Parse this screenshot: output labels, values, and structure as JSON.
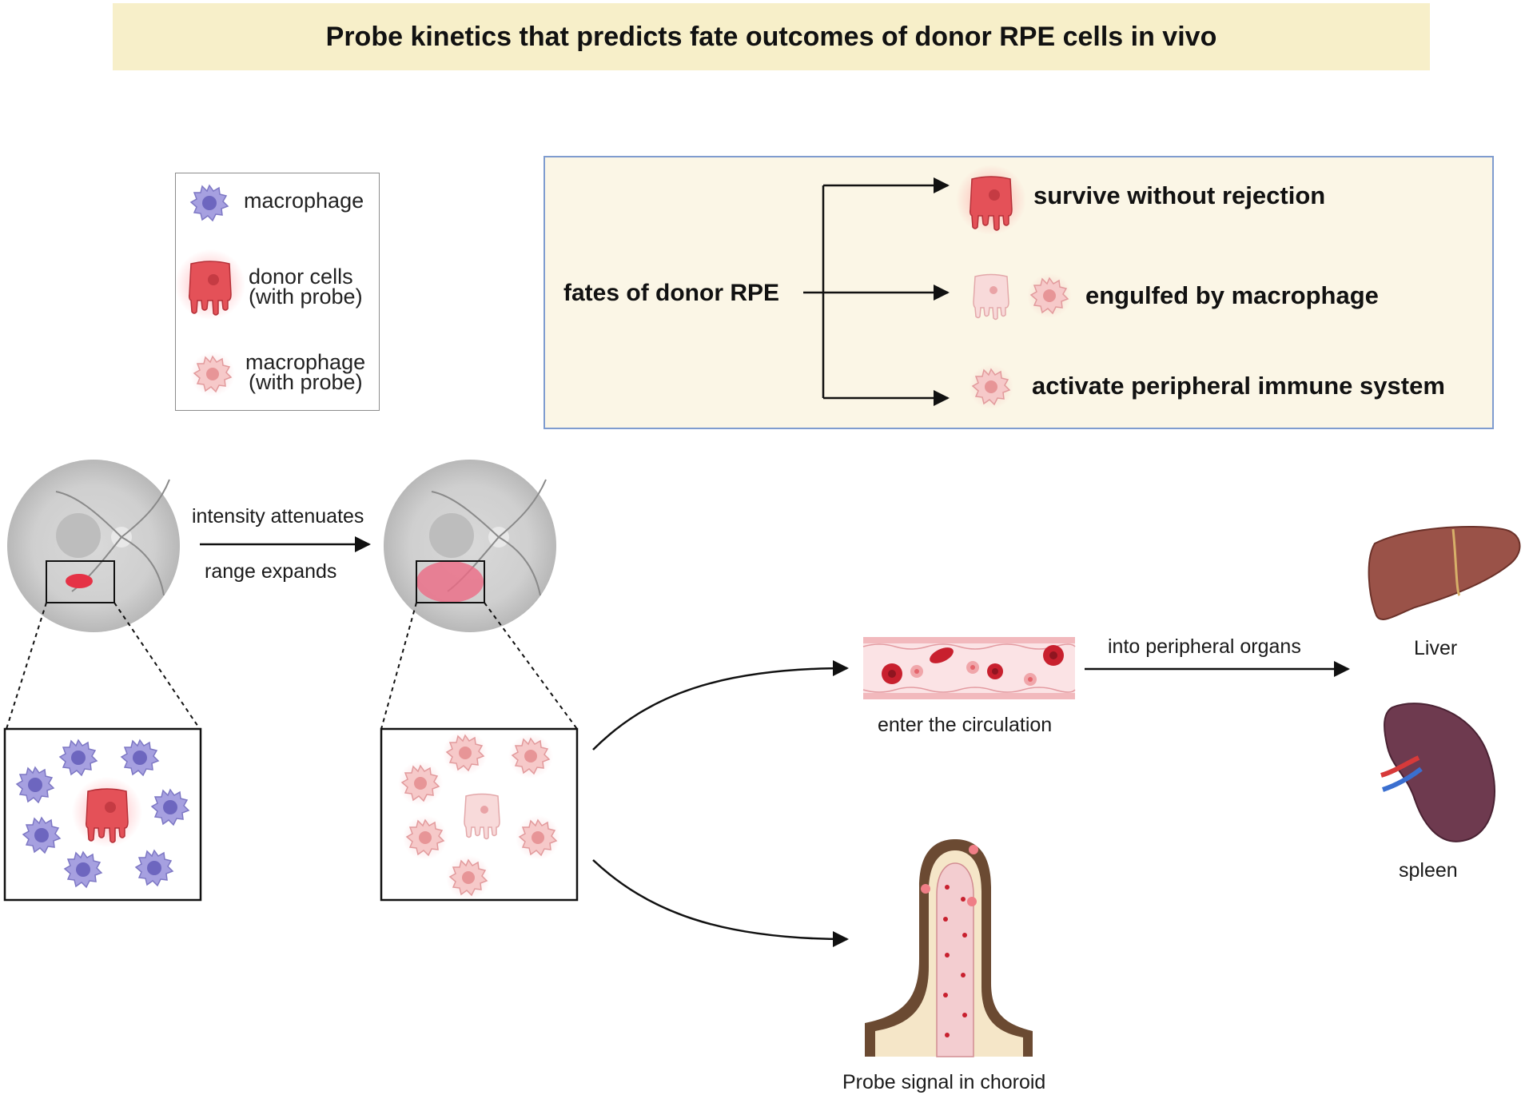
{
  "title": "Probe kinetics that predicts fate outcomes of donor RPE cells in vivo",
  "legend": {
    "items": [
      {
        "label": "macrophage",
        "icon": "macrophage-icon"
      },
      {
        "label": "donor cells\n(with probe)",
        "icon": "donor-cell-icon"
      },
      {
        "label": "macrophage\n(with probe)",
        "icon": "probe-macrophage-icon"
      }
    ]
  },
  "fates": {
    "root": "fates of donor RPE",
    "outcomes": [
      {
        "label": "survive without rejection"
      },
      {
        "label": "engulfed by macrophage"
      },
      {
        "label": "activate peripheral immune system"
      }
    ]
  },
  "transition": {
    "top": "intensity attenuates",
    "bottom": "range expands"
  },
  "circulation": {
    "caption": "enter the circulation",
    "arrow_label": "into peripheral organs"
  },
  "choroid": {
    "caption": "Probe signal in choroid"
  },
  "organs": {
    "liver": "Liver",
    "spleen": "spleen"
  },
  "colors": {
    "banner": "#f7efc9",
    "macrophage": "#8f88d2",
    "donor": "#e0464f",
    "probe_macrophage": "#efb3b5",
    "fates_border": "#7f9ccf"
  }
}
